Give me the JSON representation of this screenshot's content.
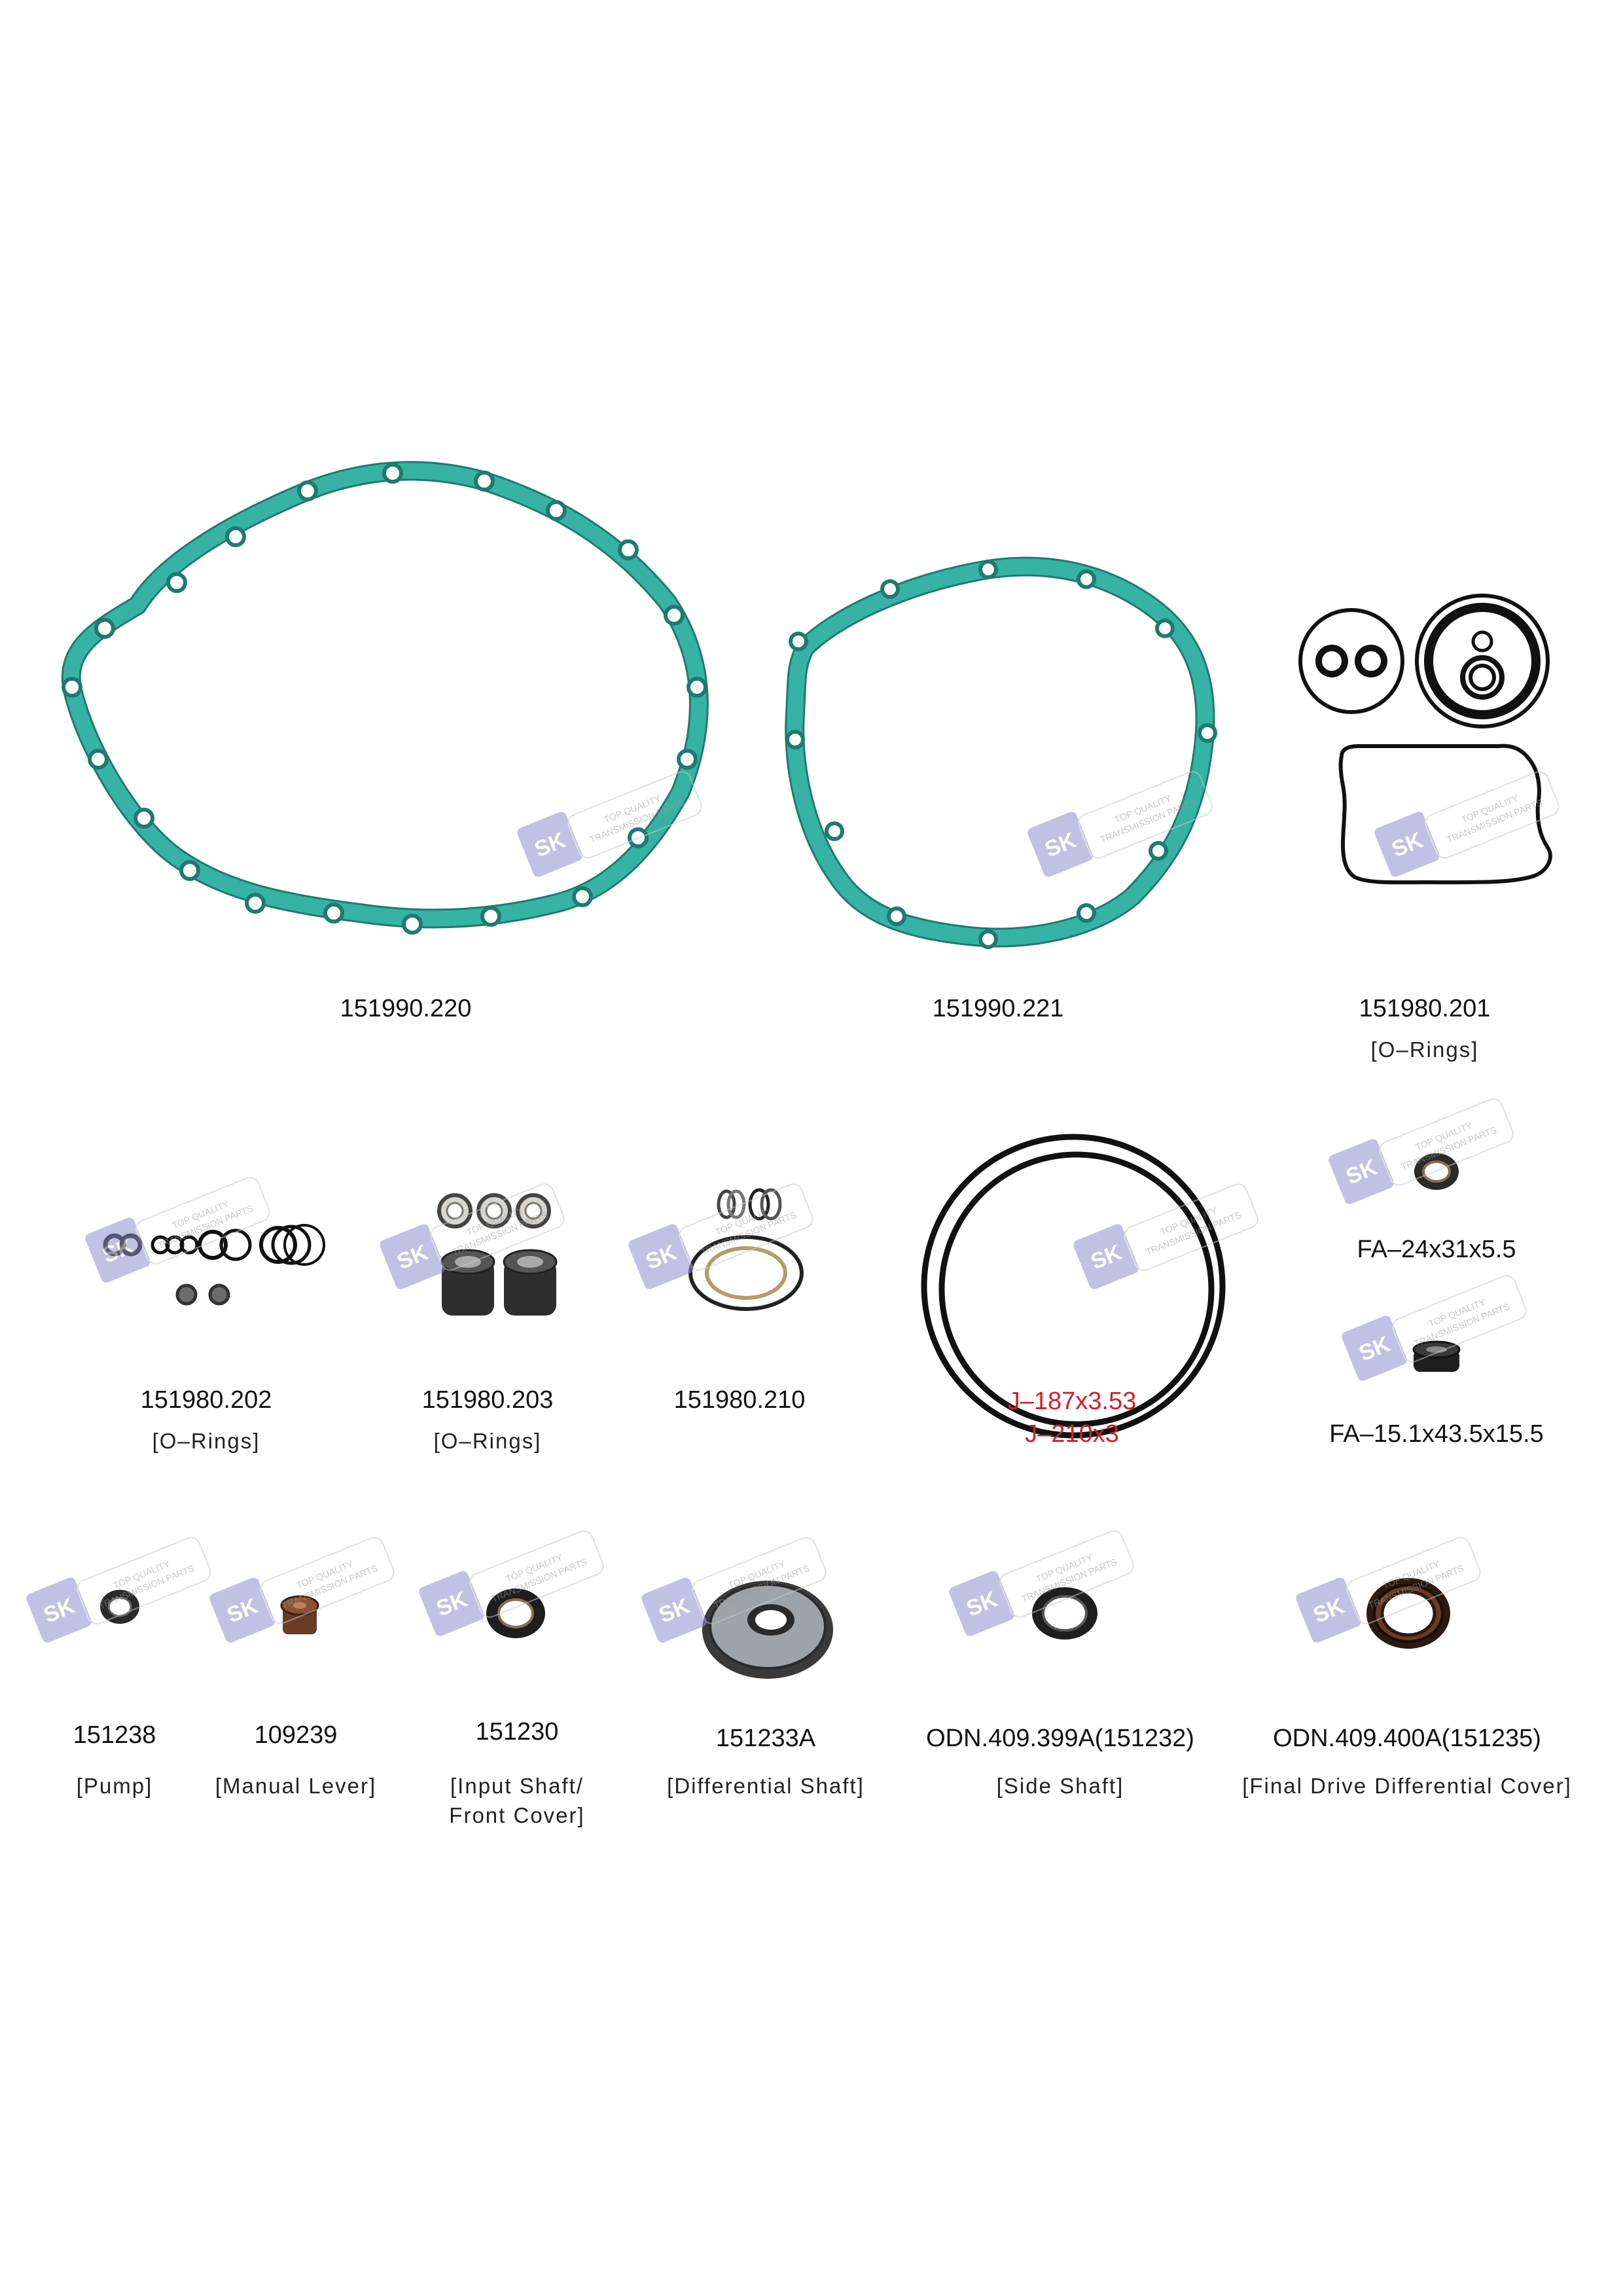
{
  "gaskets": [
    {
      "code": "151990.220"
    },
    {
      "code": "151990.221"
    }
  ],
  "orings_top": {
    "code": "151980.201",
    "desc": "[O–Rings]"
  },
  "row2": [
    {
      "code": "151980.202",
      "desc": "[O–Rings]"
    },
    {
      "code": "151980.203",
      "desc": "[O–Rings]"
    },
    {
      "code": "151980.210",
      "desc": ""
    }
  ],
  "big_rings": {
    "line1": "J–187x3.53",
    "line2": "J–210x3"
  },
  "fa_seals": [
    {
      "code": "FA–24x31x5.5"
    },
    {
      "code": "FA–15.1x43.5x15.5"
    }
  ],
  "row3": [
    {
      "code": "151238",
      "desc": "[Pump]"
    },
    {
      "code": "109239",
      "desc": "[Manual Lever]"
    },
    {
      "code": "151230",
      "desc": "[Input Shaft/",
      "desc2": "Front Cover]"
    },
    {
      "code": "151233A",
      "desc": "[Differential Shaft]"
    },
    {
      "code": "ODN.409.399A(151232)",
      "desc": "[Side Shaft]"
    },
    {
      "code": "ODN.409.400A(151235)",
      "desc": "[Final Drive Differential Cover]"
    }
  ],
  "watermark": {
    "logo": "SK",
    "line1": "TOP QUALITY",
    "line2": "TRANSMISSION PARTS"
  },
  "colors": {
    "gasket": "#2fa89a",
    "gasket_edge": "#1f7a70",
    "watermark": "#8f8fcf",
    "red": "#d0202a"
  }
}
